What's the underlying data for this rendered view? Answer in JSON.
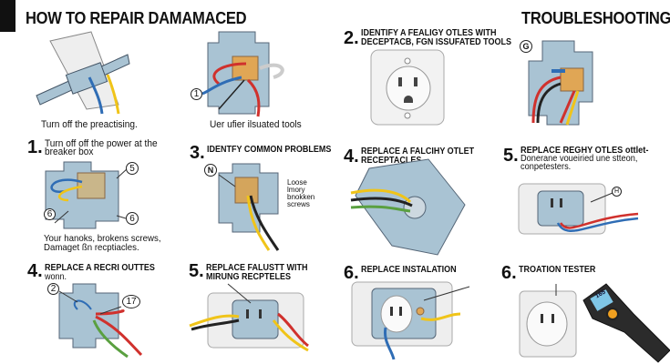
{
  "header": {
    "title": "HOW TO REPAIR DAMAMACED",
    "troubleshooting": "TROUBLESHOOTING"
  },
  "captions": {
    "top_left": "Turn off the preactising.",
    "top_middle": "Uer ufier ilsuated tools",
    "mid_left": [
      "Your hanoks, brokens screws,",
      "Damaget ßn recptiacles."
    ],
    "loose": [
      "Loose",
      "lmory",
      "bnokken",
      "screws"
    ]
  },
  "steps": [
    {
      "num": "1.",
      "lines": [
        "Turn off off the power at the",
        "breaker box"
      ]
    },
    {
      "num": "2.",
      "lines": [
        "IDENTIFY A FEALIGY OTLES WITH",
        "DECEPTACB, FGN ISSUFATED TOOLS"
      ]
    },
    {
      "num": "3.",
      "lines": [
        "IDENTFY COMMON PROBLEMS"
      ]
    },
    {
      "num": "4.",
      "lines": [
        "REPLACE A FALCIHY OTLET",
        "RECEPTACLES"
      ]
    },
    {
      "num": "5.",
      "lines": [
        "REPLACE REGHY OTLES ottlet-",
        "Donerane voueiried une stteon,",
        "conpetesters."
      ]
    },
    {
      "num": "4.",
      "lines": [
        "REPLACE A RECRI OUTTES",
        "wonn."
      ]
    },
    {
      "num": "5.",
      "lines": [
        "REPLACE FALUSTT WITH",
        "MIRUNG RECPTELES"
      ]
    },
    {
      "num": "6.",
      "lines": [
        "REPLACE INSTALATION"
      ]
    },
    {
      "num": "6.",
      "lines": [
        "TROATION TESTER"
      ]
    }
  ],
  "callouts": {
    "c1": "1",
    "c5": "5",
    "c6a": "6",
    "c6b": "6",
    "cN": "N",
    "cG": "G",
    "cH": "H",
    "c2": "2",
    "c17": "17"
  },
  "tester_display": "165",
  "colors": {
    "box": "#a9c3d3",
    "wire_red": "#d0312d",
    "wire_blue": "#2f6db5",
    "wire_yellow": "#f0c419",
    "wire_black": "#222",
    "wire_green": "#5aa040",
    "plate": "#ececec"
  }
}
